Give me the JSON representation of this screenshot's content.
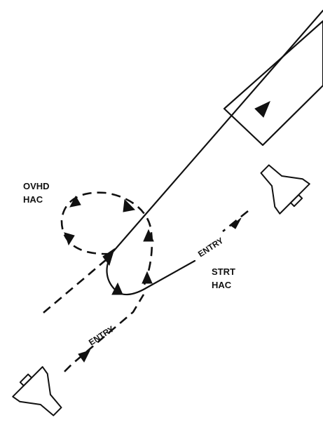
{
  "labels": {
    "ovhd_hac": [
      "OVHD",
      "HAC"
    ],
    "strt_hac": [
      "STRT",
      "HAC"
    ],
    "entry_upper": "ENTRY",
    "entry_lower": "ENTRY"
  },
  "icons": {
    "runway": "runway-rectangle",
    "orbiter_upper": "space-shuttle-orbiter",
    "orbiter_lower": "space-shuttle-orbiter",
    "arrow": "arrow-head"
  },
  "colors": {
    "ink": "#111111",
    "paper": "#ffffff"
  }
}
